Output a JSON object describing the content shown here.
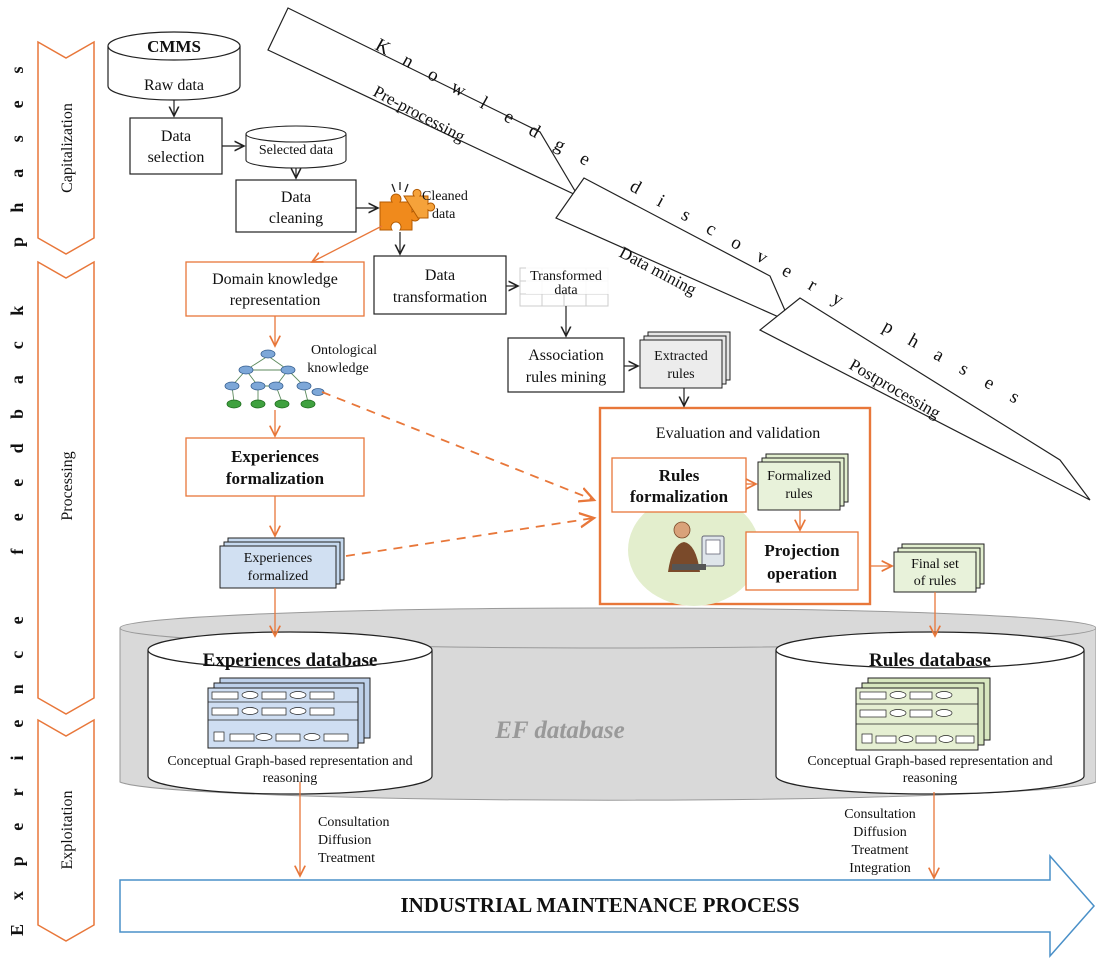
{
  "side_phases": {
    "outer": [
      "E",
      "x",
      "p",
      "e",
      "r",
      "i",
      "e",
      "n",
      "c",
      "e",
      " ",
      "f",
      "e",
      "e",
      "d",
      "b",
      "a",
      "c",
      "k",
      " ",
      "p",
      "h",
      "a",
      "s",
      "e",
      "s"
    ],
    "capitalization": "Capitalization",
    "processing": "Processing",
    "exploitation": "Exploitation"
  },
  "kdd": {
    "letters": [
      "K",
      "n",
      "o",
      "w",
      "l",
      "e",
      "d",
      "g",
      "e",
      " ",
      "d",
      "i",
      "s",
      "c",
      "o",
      "v",
      "e",
      "r",
      "y",
      " ",
      "p",
      "h",
      "a",
      "s",
      "e",
      "s"
    ],
    "preprocessing": "Pre-processing",
    "data_mining": "Data mining",
    "postprocessing": "Postprocessing"
  },
  "nodes": {
    "cmms_title": "CMMS",
    "raw_data": "Raw data",
    "data_selection": [
      "Data",
      "selection"
    ],
    "selected_data": "Selected data",
    "data_cleaning": [
      "Data",
      "cleaning"
    ],
    "cleaned_data": [
      "Cleaned",
      "data"
    ],
    "domain_knowledge": [
      "Domain knowledge",
      "representation"
    ],
    "data_transformation": [
      "Data",
      "transformation"
    ],
    "transformed_data": [
      "Transformed",
      "data"
    ],
    "ontological_knowledge": [
      "Ontological",
      "knowledge"
    ],
    "association_rules": [
      "Association",
      "rules mining"
    ],
    "extracted_rules": [
      "Extracted",
      "rules"
    ],
    "evaluation_validation": "Evaluation and  validation",
    "experiences_formalization": [
      "Experiences",
      "formalization"
    ],
    "rules_formalization": [
      "Rules",
      "formalization"
    ],
    "formalized_rules": [
      "Formalized",
      "rules"
    ],
    "experiences_formalized": [
      "Experiences",
      "formalized"
    ],
    "projection_operation": [
      "Projection",
      "operation"
    ],
    "final_set_rules": [
      "Final set",
      "of rules"
    ]
  },
  "databases": {
    "ef_database": "EF database",
    "experiences_db": "Experiences database",
    "rules_db": "Rules database",
    "cg_caption_lines": [
      "Conceptual Graph-based representation and",
      "reasoning"
    ]
  },
  "exploitation": {
    "left_actions": [
      "Consultation",
      "Diffusion",
      "Treatment"
    ],
    "right_actions": [
      "Consultation",
      "Diffusion",
      "Treatment",
      "Integration"
    ],
    "process": "INDUSTRIAL MAINTENANCE PROCESS"
  },
  "colors": {
    "orange": "#e8773a",
    "blue_outline": "#4a90c8",
    "db_grey": "#d9d9d9",
    "light_blue_box": "#c6d9ef",
    "light_green_box": "#e2efcf",
    "ef_text": "#999999"
  }
}
